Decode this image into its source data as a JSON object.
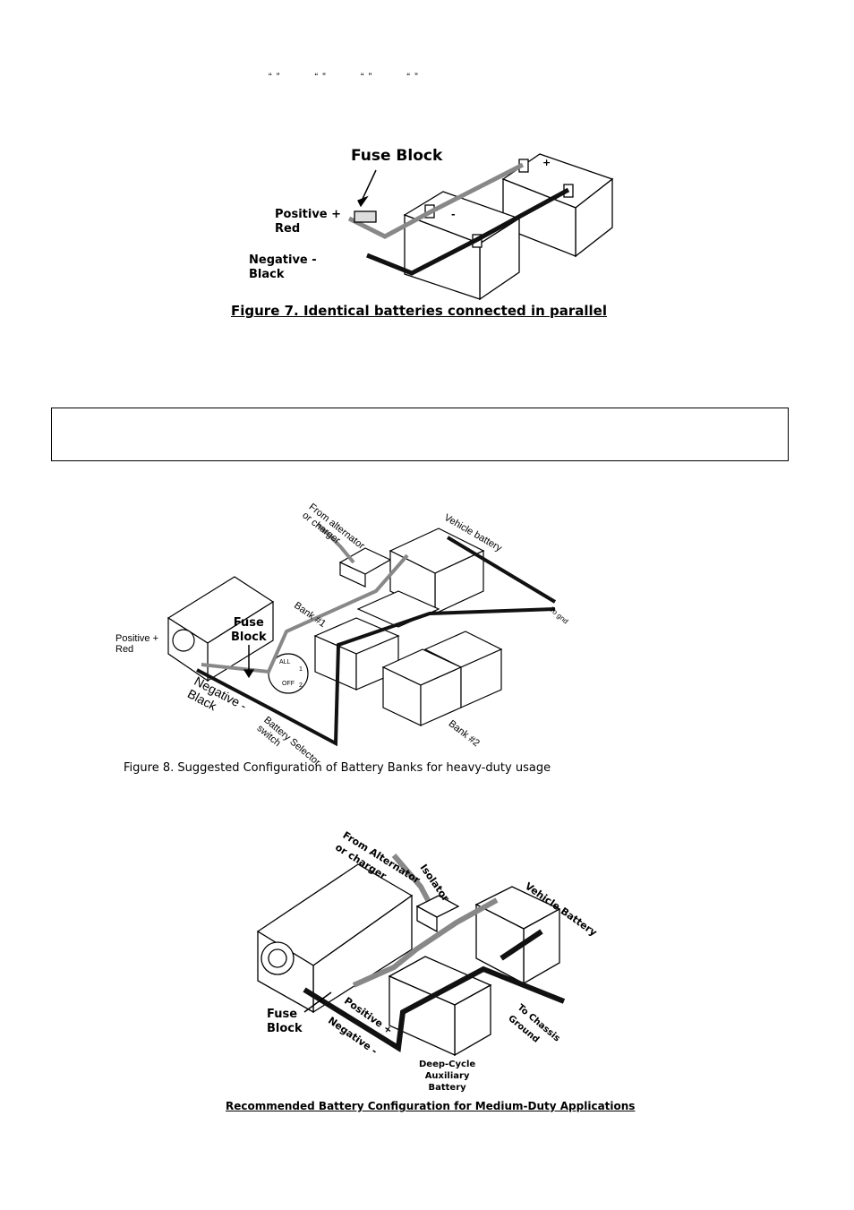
{
  "header": {
    "quote_marks": [
      "“ ”",
      "“ ”",
      "“ ”",
      "“ ”"
    ]
  },
  "figure7": {
    "fuse_block": "Fuse Block",
    "positive": [
      "Positive +",
      "Red"
    ],
    "negative": [
      "Negative -",
      "Black"
    ],
    "terminal_plus": "+",
    "terminal_minus": "-",
    "caption": "Figure 7.  Identical batteries connected in parallel"
  },
  "note_box": {
    "text": ""
  },
  "figure8": {
    "from_alternator": [
      "From alternator",
      "or charger"
    ],
    "vehicle_battery": "Vehicle battery",
    "bank1": "Bank #1",
    "bank2": "Bank #2",
    "to_ground": "To gnd",
    "fuse_block": [
      "Fuse",
      "Block"
    ],
    "positive": [
      "Positive +",
      "Red"
    ],
    "negative": [
      "Negative -",
      "Black"
    ],
    "selector": [
      "Battery Selector",
      "switch"
    ],
    "switch_labels": [
      "ALL",
      "1",
      "OFF",
      "2"
    ],
    "caption": "Figure 8. Suggested Configuration of Battery Banks for heavy-duty usage"
  },
  "figure9": {
    "from_alternator": [
      "From Alternator",
      "or charger"
    ],
    "isolator": "Isolator",
    "vehicle_battery": "Vehicle Battery",
    "fuse_block": [
      "Fuse",
      "Block"
    ],
    "positive": "Positive +",
    "negative": "Negative -",
    "to_chassis": [
      "To Chassis",
      "Ground"
    ],
    "aux_battery": [
      "Deep-Cycle",
      "Auxiliary",
      "Battery"
    ],
    "caption": "Recommended Battery Configuration for Medium-Duty Applications"
  },
  "colors": {
    "positive_cable": "#888888",
    "negative_cable": "#111111",
    "line": "#000000"
  }
}
